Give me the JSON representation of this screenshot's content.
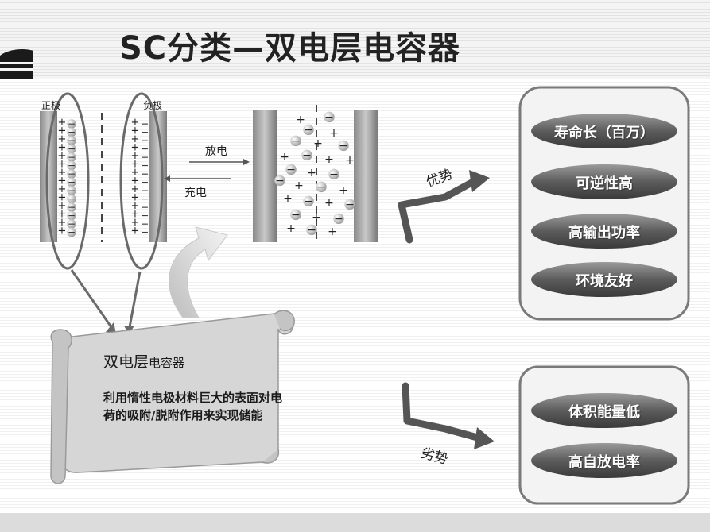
{
  "title": "SC分类—双电层电容器",
  "diagram": {
    "positive_label": "正极",
    "negative_label": "负极",
    "discharge_label": "放电",
    "charge_label": "充电",
    "plus_sign": "+",
    "minus_sign": "−"
  },
  "scroll": {
    "title_main": "双电层",
    "title_sub": "电容器",
    "body": "利用惰性电极材料巨大的表面对电荷的吸附/脱附作用来实现储能"
  },
  "advantages": {
    "label": "优势",
    "items": [
      "寿命长（百万）",
      "可逆性高",
      "高输出功率",
      "环境友好"
    ]
  },
  "disadvantages": {
    "label": "劣势",
    "items": [
      "体积能量低",
      "高自放电率"
    ]
  }
}
